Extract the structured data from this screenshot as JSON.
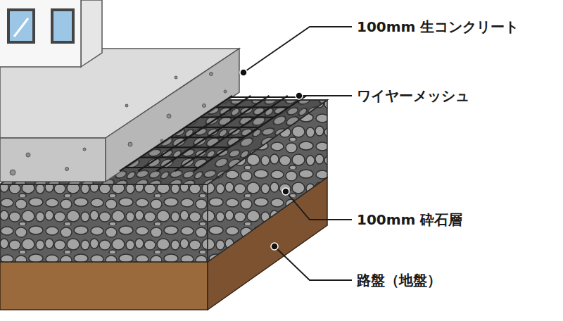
{
  "diagram": {
    "labels": [
      "100mm 生コンクリート",
      "ワイヤーメッシュ",
      "100mm 砕石層",
      "路盤（地盤）"
    ]
  }
}
